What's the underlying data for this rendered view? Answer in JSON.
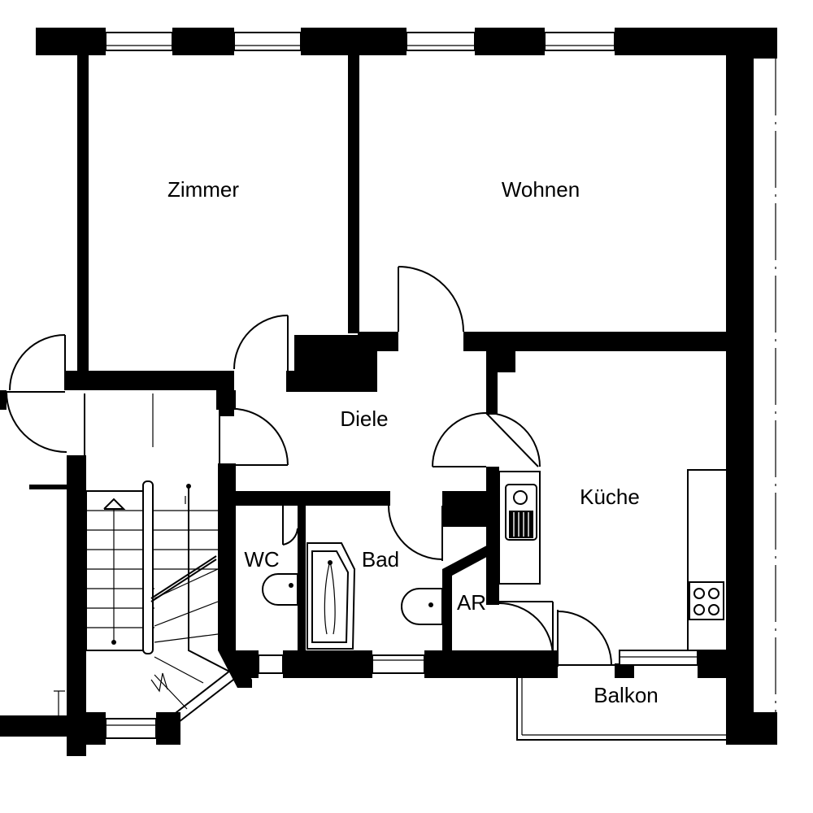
{
  "rooms": {
    "zimmer": "Zimmer",
    "wohnen": "Wohnen",
    "diele": "Diele",
    "kueche": "Küche",
    "wc": "WC",
    "bad": "Bad",
    "ar": "AR",
    "balkon": "Balkon"
  },
  "colors": {
    "wall": "#000000",
    "background": "#ffffff"
  }
}
